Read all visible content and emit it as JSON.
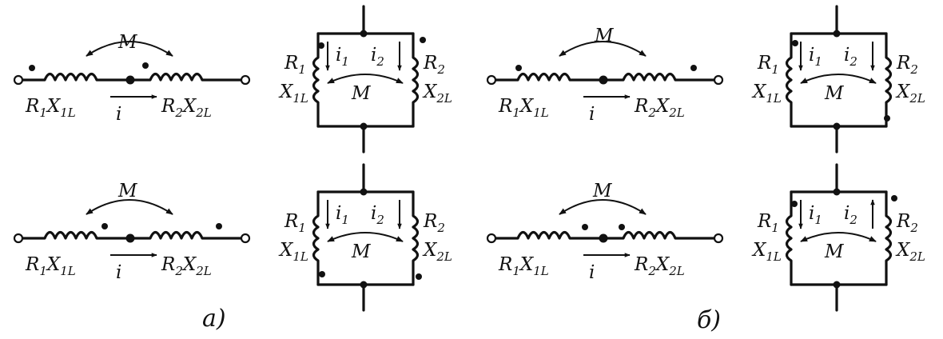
{
  "captions": {
    "a": "a)",
    "b": "б)"
  },
  "labels": {
    "R": "R",
    "X": "X",
    "M": "M",
    "i": "i",
    "sub1": "1",
    "sub2": "2",
    "sub1L": "1L",
    "sub2L": "2L"
  }
}
